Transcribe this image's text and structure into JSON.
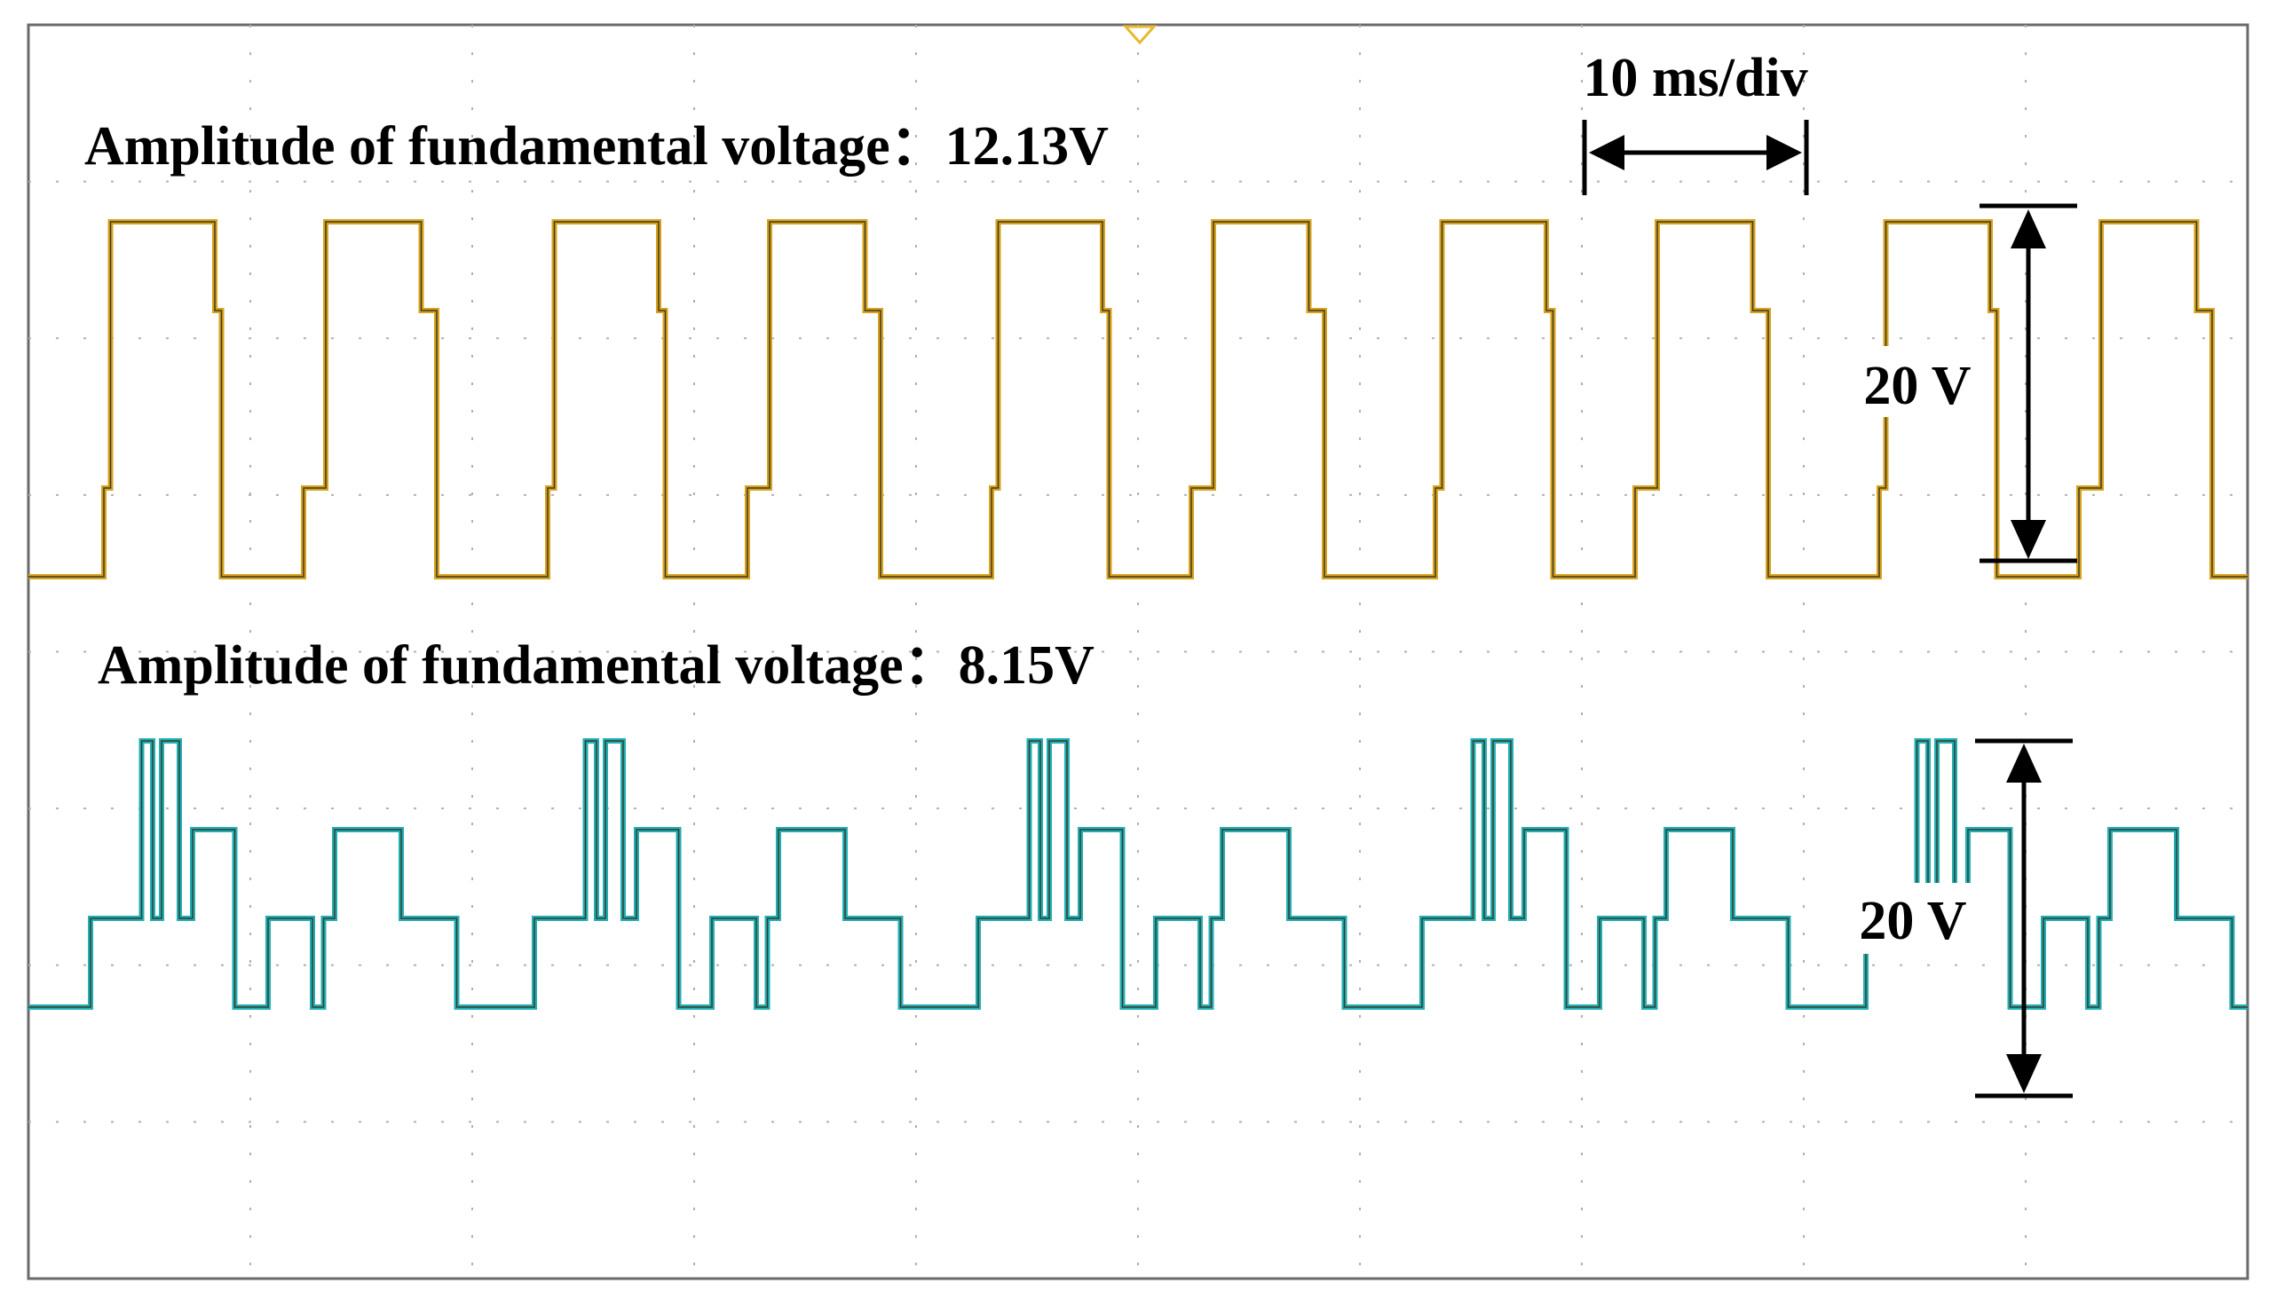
{
  "chart_data": {
    "type": "line",
    "grid": true,
    "x_divisions": 10,
    "y_divisions": 8,
    "time_scale_label": "10 ms/div",
    "annotations": {
      "top_title": "Amplitude of fundamental voltage：12.13V",
      "bottom_title": "Amplitude of fundamental voltage：8.15V",
      "top_scale": "20 V",
      "bottom_scale": "20 V"
    },
    "period_divisions": 2,
    "series": [
      {
        "amplitude_label": "12.13V",
        "color": "#d9a21b",
        "levels_div": [
          -2,
          -1,
          0,
          1,
          2
        ],
        "period_pattern": [
          [
            0.0,
            -2
          ],
          [
            0.1,
            -1
          ],
          [
            0.13,
            2
          ],
          [
            0.6,
            1
          ],
          [
            0.63,
            -2
          ],
          [
            1.0,
            -1
          ],
          [
            1.1,
            2
          ],
          [
            1.53,
            1
          ],
          [
            1.6,
            -2
          ],
          [
            2.0,
            -2
          ]
        ]
      },
      {
        "amplitude_label": "8.15V",
        "color": "#1fb0b6",
        "levels_div": [
          -1,
          0,
          1,
          2
        ],
        "period_pattern": [
          [
            0.0,
            -1
          ],
          [
            0.2,
            0
          ],
          [
            0.43,
            2
          ],
          [
            0.48,
            0
          ],
          [
            0.52,
            2
          ],
          [
            0.6,
            0
          ],
          [
            0.66,
            1
          ],
          [
            0.85,
            -1
          ],
          [
            1.0,
            0
          ],
          [
            1.2,
            -1
          ],
          [
            1.25,
            0
          ],
          [
            1.3,
            1
          ],
          [
            1.6,
            0
          ],
          [
            1.85,
            -1
          ],
          [
            2.0,
            -1
          ]
        ]
      }
    ]
  }
}
